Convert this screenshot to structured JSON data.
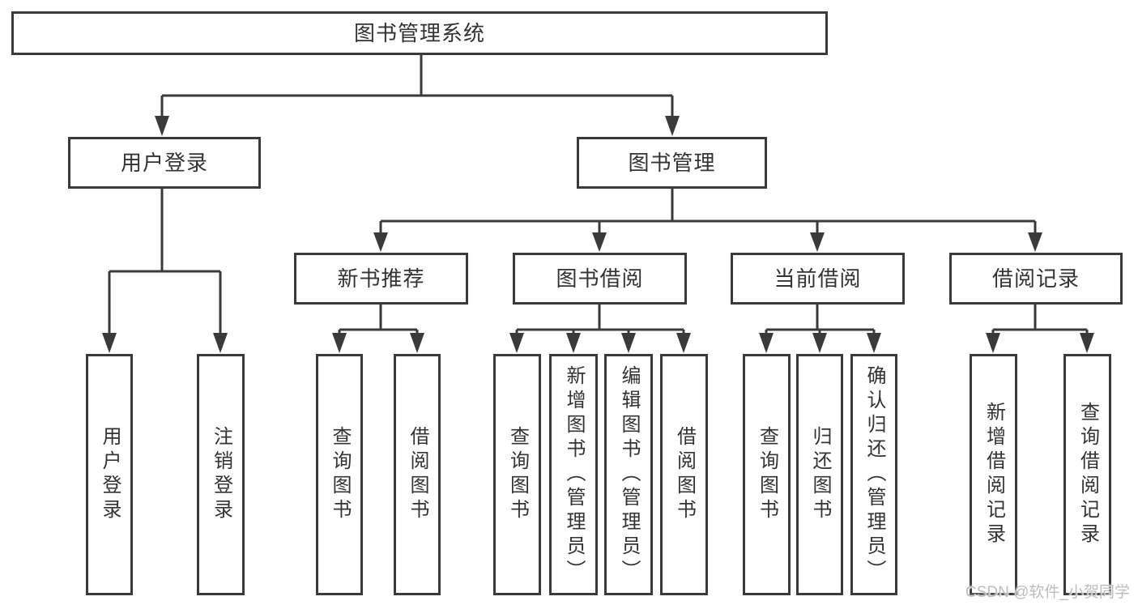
{
  "diagram": {
    "type": "tree",
    "title": "图书管理系统",
    "watermark": "CSDN @软件_小贺同学",
    "colors": {
      "line": "#3a3a3a",
      "box_border": "#3a3a3a",
      "text": "#333333",
      "background": "#ffffff",
      "watermark": "#b9b9b9"
    },
    "nodes": {
      "root": {
        "label": "图书管理系统"
      },
      "user_login": {
        "label": "用户登录"
      },
      "book_mgmt": {
        "label": "图书管理"
      },
      "new_book_rec": {
        "label": "新书推荐"
      },
      "book_borrow": {
        "label": "图书借阅"
      },
      "current_borrow": {
        "label": "当前借阅"
      },
      "borrow_records": {
        "label": "借阅记录"
      },
      "login_leaf": {
        "label": "用户登录"
      },
      "logout_leaf": {
        "label": "注销登录"
      },
      "rec_query": {
        "label": "查询图书"
      },
      "rec_borrow": {
        "label": "借阅图书"
      },
      "bb_query": {
        "label": "查询图书"
      },
      "bb_add": {
        "label": "新增图书（管理员）"
      },
      "bb_edit": {
        "label": "编辑图书（管理员）"
      },
      "bb_borrow": {
        "label": "借阅图书"
      },
      "cb_query": {
        "label": "查询图书"
      },
      "cb_return": {
        "label": "归还图书"
      },
      "cb_confirm": {
        "label": "确认归还（管理员）"
      },
      "br_add": {
        "label": "新增借阅记录"
      },
      "br_query": {
        "label": "查询借阅记录"
      }
    },
    "edges": [
      {
        "from": "root",
        "to": "user_login"
      },
      {
        "from": "root",
        "to": "book_mgmt"
      },
      {
        "from": "user_login",
        "to": "login_leaf"
      },
      {
        "from": "user_login",
        "to": "logout_leaf"
      },
      {
        "from": "book_mgmt",
        "to": "new_book_rec"
      },
      {
        "from": "book_mgmt",
        "to": "book_borrow"
      },
      {
        "from": "book_mgmt",
        "to": "current_borrow"
      },
      {
        "from": "book_mgmt",
        "to": "borrow_records"
      },
      {
        "from": "new_book_rec",
        "to": "rec_query"
      },
      {
        "from": "new_book_rec",
        "to": "rec_borrow"
      },
      {
        "from": "book_borrow",
        "to": "bb_query"
      },
      {
        "from": "book_borrow",
        "to": "bb_add"
      },
      {
        "from": "book_borrow",
        "to": "bb_edit"
      },
      {
        "from": "book_borrow",
        "to": "bb_borrow"
      },
      {
        "from": "current_borrow",
        "to": "cb_query"
      },
      {
        "from": "current_borrow",
        "to": "cb_return"
      },
      {
        "from": "current_borrow",
        "to": "cb_confirm"
      },
      {
        "from": "borrow_records",
        "to": "br_add"
      },
      {
        "from": "borrow_records",
        "to": "br_query"
      }
    ]
  }
}
